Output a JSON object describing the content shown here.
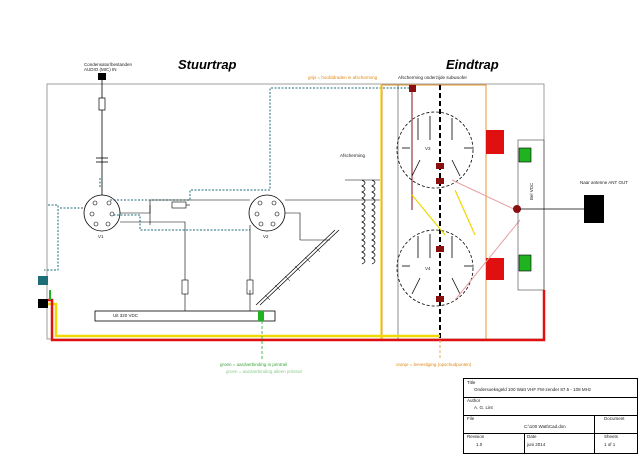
{
  "headings": {
    "driver": "Stuurtrap",
    "final": "Eindtrap"
  },
  "labels": {
    "audio_in": "Condensator/bestanden AUDIO (MIC) IN",
    "note_top_orange": "grijs = hoofddraden in afscherming",
    "note_top_black": "Afscherming onderzijde subwoofer",
    "shield": "Afscherming",
    "antenna": "Naar antenne ANT OUT",
    "side_label": "Bel VDC",
    "supply_label": "Uit 320 VDC",
    "note_green_1": "groen = aardverbinding in printrail",
    "note_green_2": "groen = aardverbinding alleen printrail",
    "note_orange_bottom": "oranje = bevestiging (opschudpunten)",
    "tube1": "V1",
    "tube2": "V2",
    "tube3": "V3",
    "tube4": "V4"
  },
  "colors": {
    "teal": "#1e6e7a",
    "red": "#e01010",
    "yellow": "#f0d800",
    "orange": "#e8962a",
    "green": "#1fb31f",
    "dark_red": "#8a1010"
  },
  "title_block": {
    "title_label": "Title",
    "title_value": "Ondersoeksgeld 100 Watt VHF FM-zender 87.5 - 108 MHz",
    "author_label": "Author",
    "author_value": "A. G. Lint",
    "file_label": "File",
    "file_value": "C:\\100 Watt\\Cad.dsn",
    "document_label": "Document",
    "document_value": "",
    "revision_label": "Revision",
    "revision_value": "1.0",
    "date_label": "Date",
    "date_value": "juni 2014",
    "sheets_label": "Sheets",
    "sheets_value": "1 of 1"
  }
}
